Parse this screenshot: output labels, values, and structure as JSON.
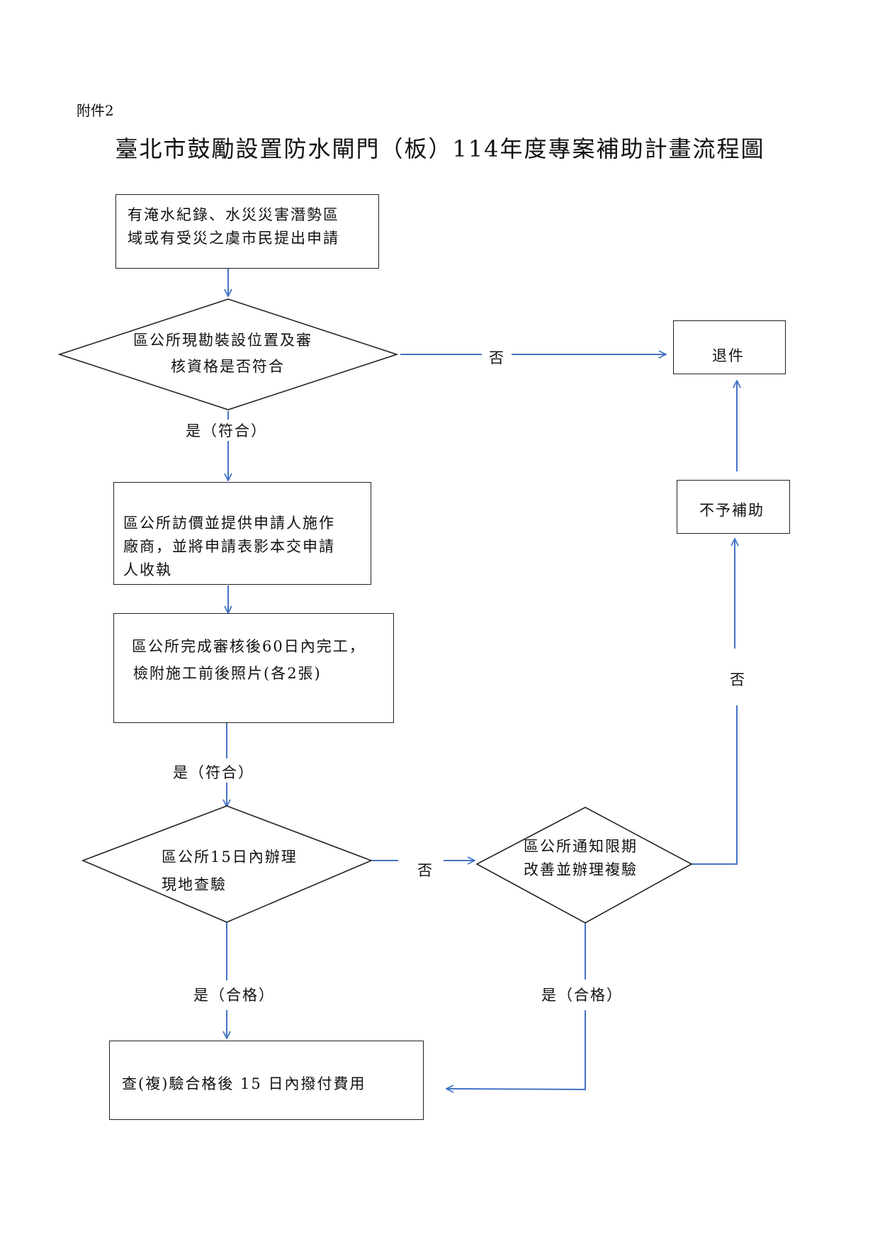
{
  "attachment": "附件2",
  "title": "臺北市鼓勵設置防水閘門（板）114年度專案補助計畫流程圖",
  "nodes": {
    "apply": [
      "有淹水紀錄、水災災害潛勢區",
      "域或有受災之虞市民提出申請"
    ],
    "review": [
      "區公所現勘裝設位置及審",
      "核資格是否符合"
    ],
    "reject": "退件",
    "no_subsidy": "不予補助",
    "visit": [
      "區公所訪價並提供申請人施作",
      "廠商，並將申請表影本交申請",
      "人收執"
    ],
    "complete": [
      "區公所完成審核後60日內完工，",
      "檢附施工前後照片(各2張)"
    ],
    "inspect": [
      "區公所15日內辦理",
      "現地查驗"
    ],
    "notify": [
      "區公所通知限期",
      "改善並辦理複驗"
    ],
    "payment": "查(複)驗合格後 15 日內撥付費用"
  },
  "edge_labels": {
    "review_no": "否",
    "review_yes": "是（符合）",
    "complete_yes": "是（符合）",
    "inspect_no": "否",
    "inspect_yes": "是（合格）",
    "notify_yes": "是（合格）",
    "notify_no": "否"
  },
  "colors": {
    "arrow": "#4472C4",
    "border": "#222222"
  }
}
